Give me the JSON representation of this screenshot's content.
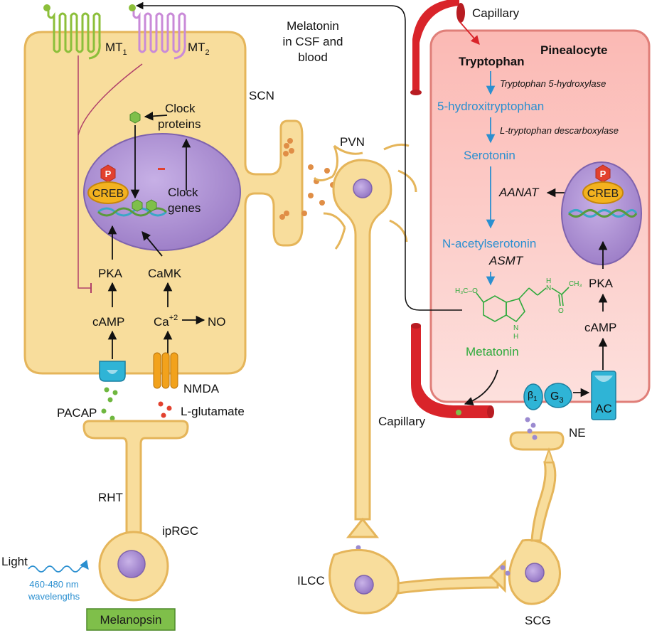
{
  "colors": {
    "cell_fill": "#f8dd9c",
    "cell_stroke": "#e5b55a",
    "pinealocyte_fill": "#fbc9c3",
    "pinealocyte_stroke": "#e07f79",
    "capillary": "#d9242a",
    "nucleus": "#a98ad0",
    "blue_text": "#2a8fd0",
    "green_text": "#2eaa3c",
    "mt1": "#8cbf3a",
    "mt2": "#c98ad8"
  },
  "labels": {
    "mt1": "MT",
    "mt1_sub": "1",
    "mt2": "MT",
    "mt2_sub": "2",
    "melatonin_csf_line1": "Melatonin",
    "melatonin_csf_line2": "in CSF and",
    "melatonin_csf_line3": "blood",
    "scn": "SCN",
    "pvn": "PVN",
    "clock_proteins_line1": "Clock",
    "clock_proteins_line2": "proteins",
    "clock_genes_line1": "Clock",
    "clock_genes_line2": "genes",
    "p_left": "P",
    "creb_left": "CREB",
    "pka_left": "PKA",
    "camk": "CaMK",
    "camp_left": "cAMP",
    "ca": "Ca",
    "ca_sup": "+2",
    "no": "NO",
    "nmda": "NMDA",
    "pacap": "PACAP",
    "l_glutamate": "L-glutamate",
    "rht": "RHT",
    "iprgc": "ipRGC",
    "light": "Light",
    "wavelength_line1": "460-480 nm",
    "wavelength_line2": "wavelengths",
    "melanopsin": "Melanopsin",
    "ilcc": "ILCC",
    "scg": "SCG",
    "capillary_top": "Capillary",
    "capillary_bottom": "Capillary",
    "pinealocyte": "Pinealocyte",
    "tryptophan": "Tryptophan",
    "tryptophan_hydroxylase": "Tryptophan 5-hydroxylase",
    "hydroxitryptophan": "5-hydroxitryptophan",
    "decarboxylase": "L-tryptophan descarboxylase",
    "serotonin": "Serotonin",
    "aanat": "AANAT",
    "n_acetylserotonin": "N-acetylserotonin",
    "asmt": "ASMT",
    "metatonin": "Metatonin",
    "p_right": "P",
    "creb_right": "CREB",
    "pka_right": "PKA",
    "camp_right": "cAMP",
    "ac": "AC",
    "beta1": "β",
    "beta1_sub": "1",
    "g3": "G",
    "g3_sub": "3",
    "ne": "NE",
    "mol_h3co": "H₃C–O",
    "mol_ch3": "CH₃",
    "mol_n": "N",
    "mol_h_right": "H",
    "mol_o": "O",
    "mol_nh": "N",
    "mol_h_ring": "H"
  }
}
